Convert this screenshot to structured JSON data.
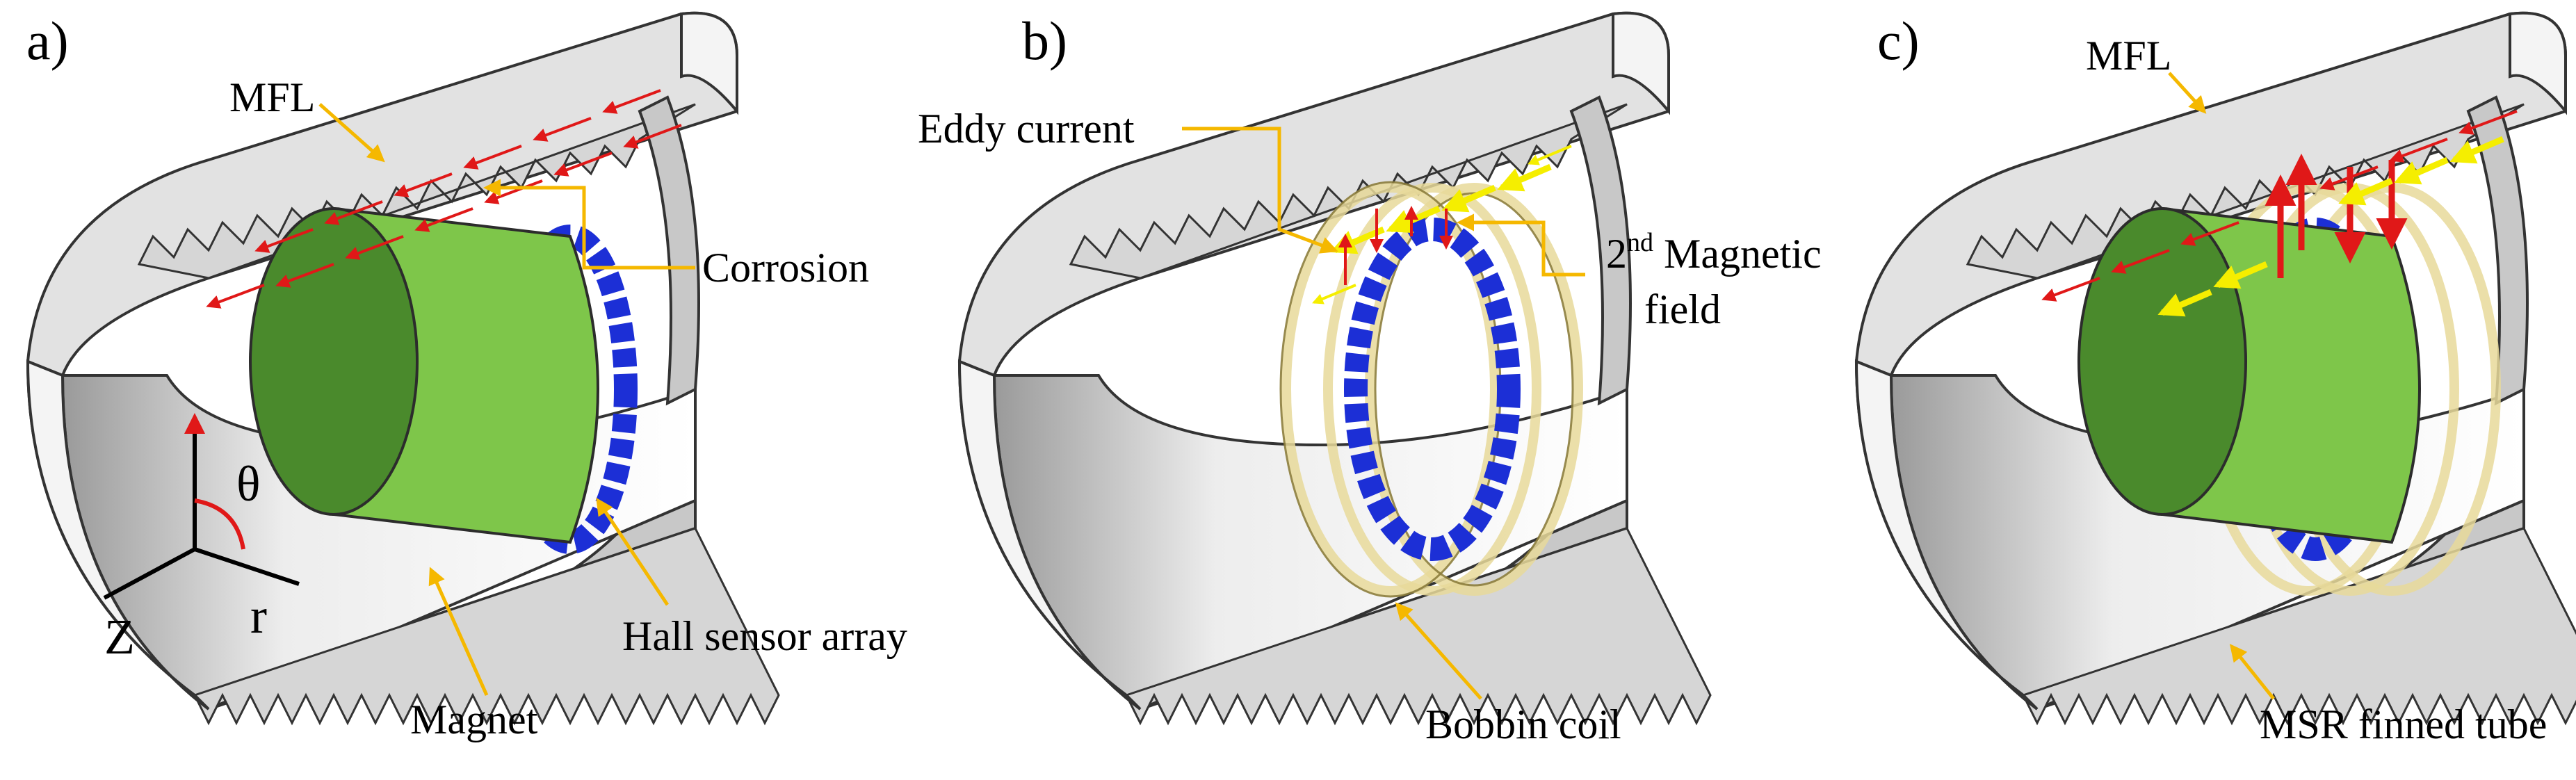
{
  "panels": [
    {
      "letter": "a)",
      "labels": {
        "mfl": "MFL",
        "corrosion": "Corrosion",
        "magnet": "Magnet",
        "hall": "Hall sensor array"
      },
      "axes": {
        "z": "Z",
        "r": "r",
        "theta": "θ"
      }
    },
    {
      "letter": "b)",
      "labels": {
        "eddy": "Eddy current",
        "second_field_pre": "2",
        "second_field_sup": "nd",
        "second_field_post": " Magnetic",
        "second_field_line2": "field",
        "bobbin": "Bobbin coil"
      }
    },
    {
      "letter": "c)",
      "labels": {
        "mfl": "MFL",
        "msr": "MSR finned tube"
      }
    }
  ],
  "colors": {
    "leader": "#f5b800",
    "magnet": "#7ec64a",
    "sensor": "#1c2fd6",
    "mfl_arrow": "#e01818",
    "eddy_arrow": "#f5ee00",
    "coil": "#e8d99a"
  }
}
